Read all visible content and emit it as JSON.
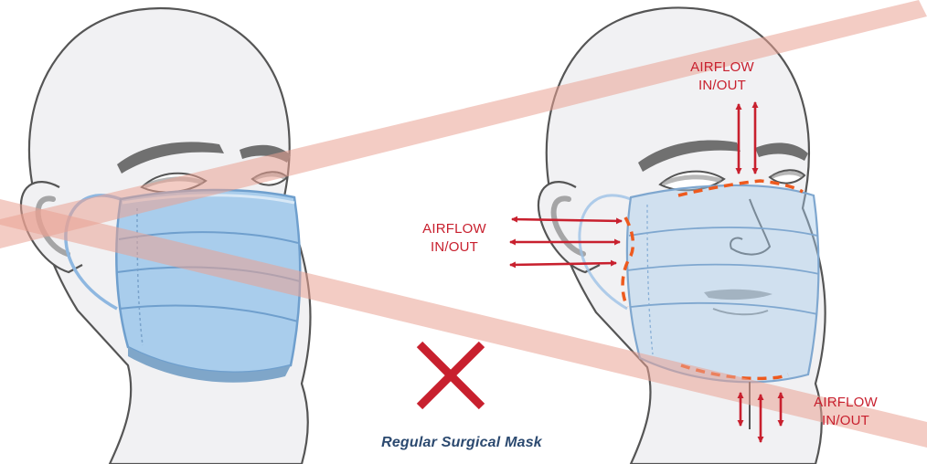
{
  "labels": {
    "top": {
      "line1": "AIRFLOW",
      "line2": "IN/OUT"
    },
    "side": {
      "line1": "AIRFLOW",
      "line2": "IN/OUT"
    },
    "chin": {
      "line1": "AIRFLOW",
      "line2": "IN/OUT"
    }
  },
  "caption": "Regular Surgical Mask",
  "colors": {
    "accent_red": "#c8202e",
    "leak_orange": "#ee5a1e",
    "caption_navy": "#2c4a70",
    "mask_blue": "#a9cdec",
    "mask_edge": "#6f9fcd",
    "head_fill": "#f1f1f3",
    "head_outline": "#555555",
    "strike_band": "#eaa394"
  },
  "icons": {
    "no_mark": "x-mark-icon",
    "arrows": "double-arrow-icon"
  }
}
